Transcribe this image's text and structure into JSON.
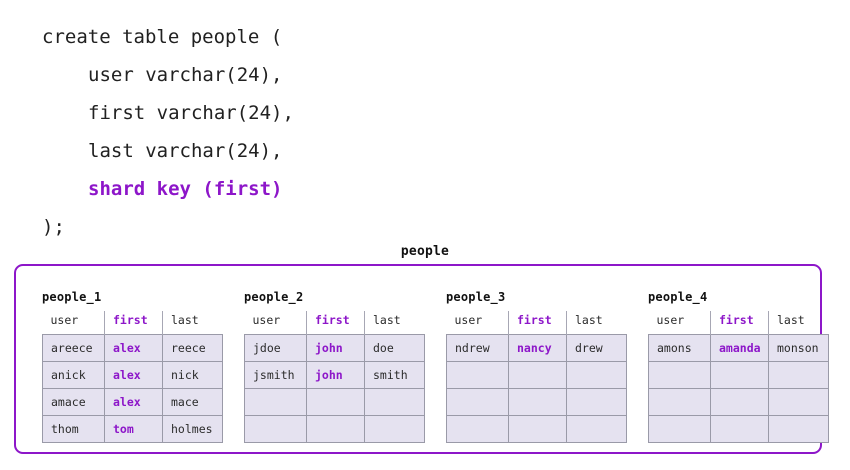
{
  "accent_color": "#8d16c9",
  "cell_fill_color": "#e5e2f0",
  "cell_border_color": "#9a9aa8",
  "text_color": "#212121",
  "sql": {
    "lines": [
      {
        "text": "create table people (",
        "indent": false,
        "accent": false
      },
      {
        "text": "user varchar(24),",
        "indent": true,
        "accent": false
      },
      {
        "text": "first varchar(24),",
        "indent": true,
        "accent": false
      },
      {
        "text": "last varchar(24),",
        "indent": true,
        "accent": false
      },
      {
        "text": "shard key (first)",
        "indent": true,
        "accent": true
      },
      {
        "text": ");",
        "indent": false,
        "accent": false
      }
    ]
  },
  "diagram": {
    "title": "people",
    "columns": [
      "user",
      "first",
      "last"
    ],
    "shard_key_column": "first",
    "rows_per_shard": 4,
    "shards": [
      {
        "name": "people_1",
        "rows": [
          {
            "user": "areece",
            "first": "alex",
            "last": "reece"
          },
          {
            "user": "anick",
            "first": "alex",
            "last": "nick"
          },
          {
            "user": "amace",
            "first": "alex",
            "last": "mace"
          },
          {
            "user": "thom",
            "first": "tom",
            "last": "holmes"
          }
        ]
      },
      {
        "name": "people_2",
        "rows": [
          {
            "user": "jdoe",
            "first": "john",
            "last": "doe"
          },
          {
            "user": "jsmith",
            "first": "john",
            "last": "smith"
          },
          {
            "user": "",
            "first": "",
            "last": ""
          },
          {
            "user": "",
            "first": "",
            "last": ""
          }
        ]
      },
      {
        "name": "people_3",
        "rows": [
          {
            "user": "ndrew",
            "first": "nancy",
            "last": "drew"
          },
          {
            "user": "",
            "first": "",
            "last": ""
          },
          {
            "user": "",
            "first": "",
            "last": ""
          },
          {
            "user": "",
            "first": "",
            "last": ""
          }
        ]
      },
      {
        "name": "people_4",
        "rows": [
          {
            "user": "amons",
            "first": "amanda",
            "last": "monson"
          },
          {
            "user": "",
            "first": "",
            "last": ""
          },
          {
            "user": "",
            "first": "",
            "last": ""
          },
          {
            "user": "",
            "first": "",
            "last": ""
          }
        ]
      }
    ]
  }
}
